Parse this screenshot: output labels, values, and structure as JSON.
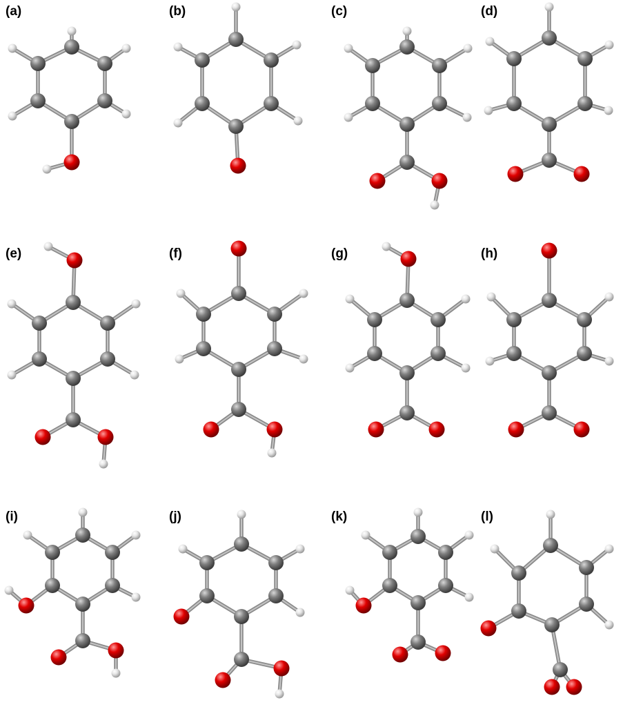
{
  "panels": [
    {
      "label": "(a)"
    },
    {
      "label": "(b)"
    },
    {
      "label": "(c)"
    },
    {
      "label": "(d)"
    },
    {
      "label": "(e)"
    },
    {
      "label": "(f)"
    },
    {
      "label": "(g)"
    },
    {
      "label": "(h)"
    },
    {
      "label": "(i)"
    },
    {
      "label": "(j)"
    },
    {
      "label": "(k)"
    },
    {
      "label": "(l)"
    }
  ],
  "colors": {
    "carbon": "#7f7f7f",
    "hydrogen": "#e6e6e6",
    "oxygen": "#e00000",
    "bond": "#8a8a8a"
  }
}
